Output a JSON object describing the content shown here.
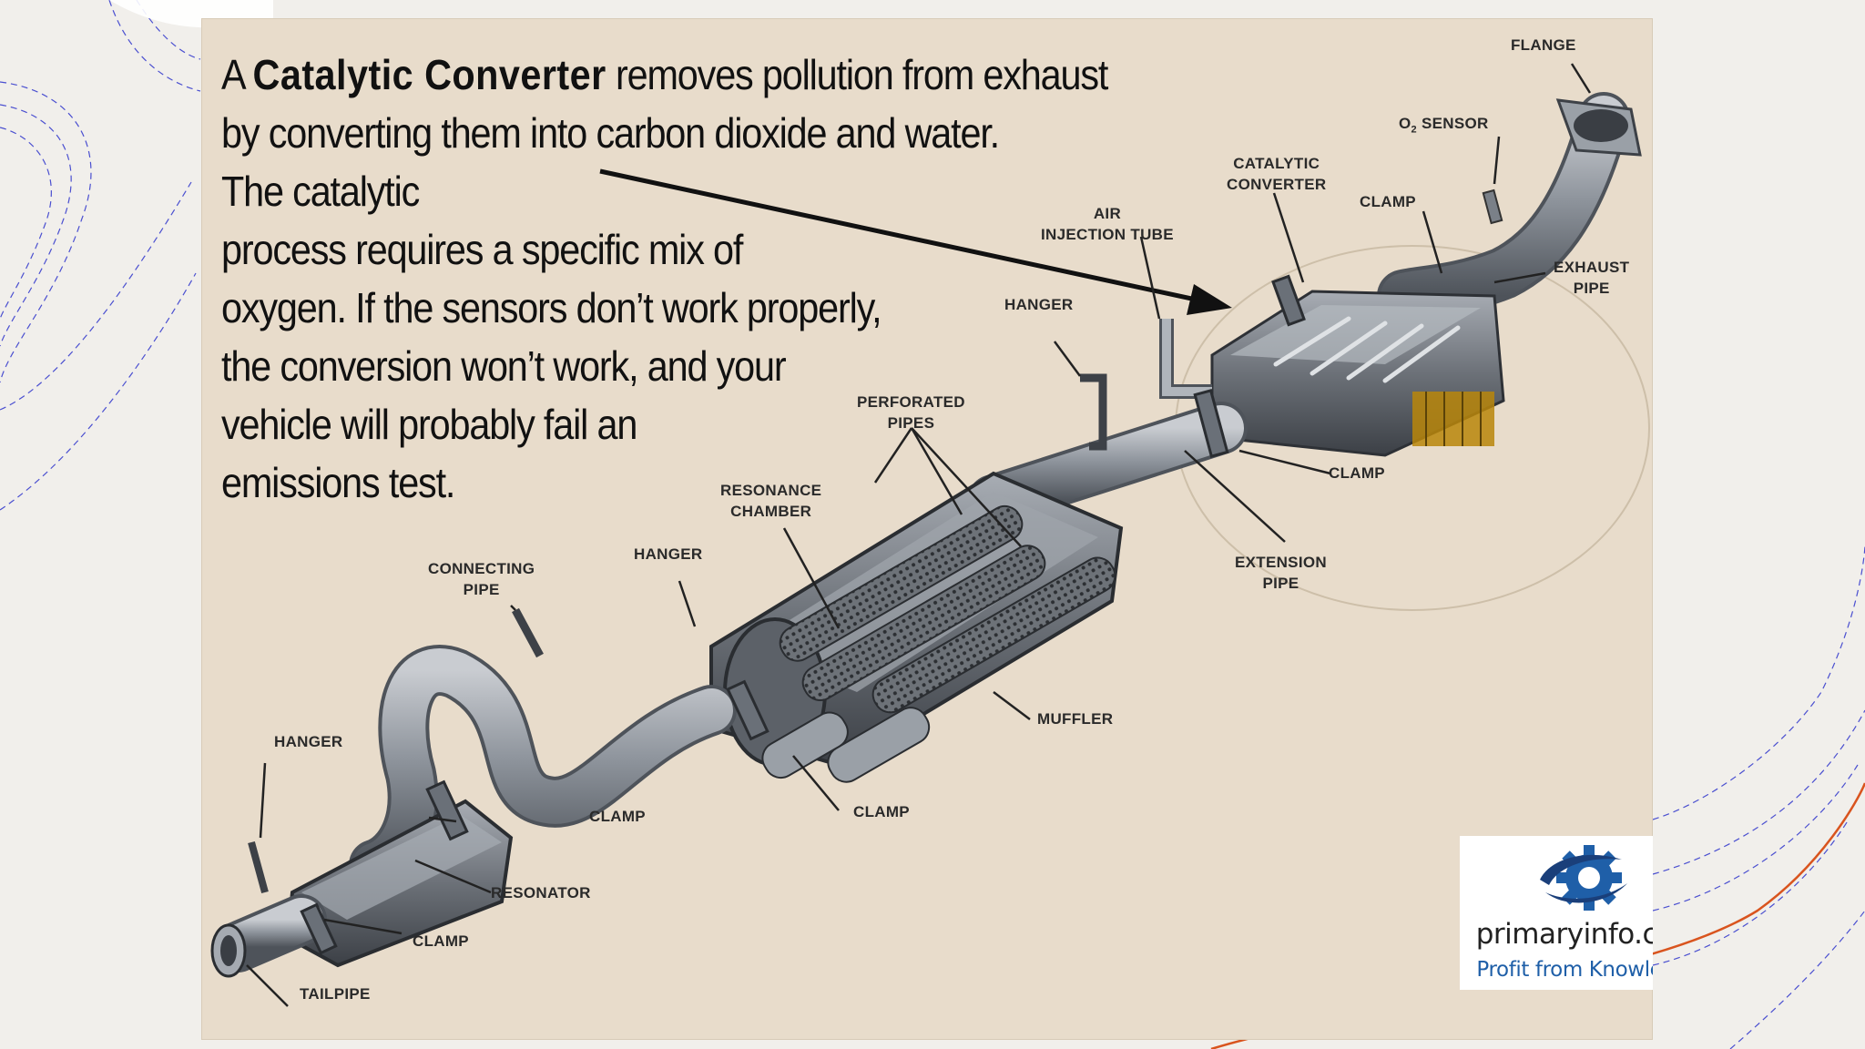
{
  "intro": {
    "line1_prefix": "A ",
    "line1_bold": "Catalytic Converter",
    "line1_suffix": " removes pollution from exhaust",
    "line2": "by converting them into carbon dioxide and water.",
    "line3": "The catalytic",
    "line4": "process requires a specific mix of",
    "line5": "oxygen.  If the sensors don’t work properly,",
    "line6": "the conversion won’t work, and your",
    "line7": "vehicle will probably fail an",
    "line8": "emissions test."
  },
  "labels": {
    "flange": "FLANGE",
    "o2_sensor_prefix": "O",
    "o2_sensor_sub": "2",
    "o2_sensor_suffix": " SENSOR",
    "catalytic_converter": "CATALYTIC\nCONVERTER",
    "clamp_top": "CLAMP",
    "air_injection_tube": "AIR\nINJECTION TUBE",
    "exhaust_pipe": "EXHAUST\nPIPE",
    "hanger_top": "HANGER",
    "perforated_pipes": "PERFORATED\nPIPES",
    "clamp_right": "CLAMP",
    "resonance_chamber": "RESONANCE\nCHAMBER",
    "extension_pipe": "EXTENSION\nPIPE",
    "hanger_mid": "HANGER",
    "connecting_pipe": "CONNECTING\nPIPE",
    "muffler": "MUFFLER",
    "hanger_left": "HANGER",
    "clamp_mid": "CLAMP",
    "clamp_muffler": "CLAMP",
    "resonator": "RESONATOR",
    "clamp_bottom": "CLAMP",
    "tailpipe": "TAILPIPE"
  },
  "logo": {
    "site": "primaryinfo.com",
    "tagline": "Profit from Knowledge"
  },
  "colors": {
    "panel": "#e8dccb",
    "metal": "#8d939b",
    "logo_blue": "#1f5fa8"
  },
  "icons": {
    "logo": "gear-swoosh-icon"
  }
}
